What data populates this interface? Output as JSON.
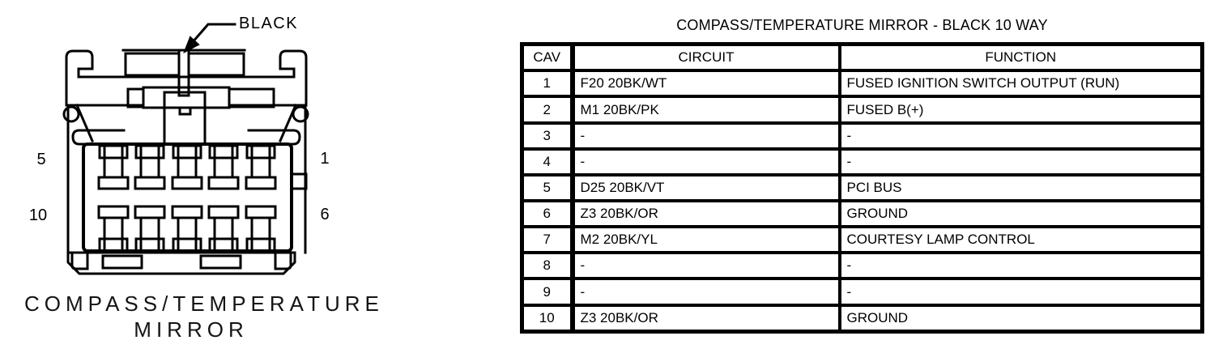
{
  "diagram": {
    "connector_color_label": "BLACK",
    "caption_line1": "COMPASS/TEMPERATURE",
    "caption_line2": "MIRROR",
    "pin_numbers": {
      "top_left": "5",
      "top_right": "1",
      "bottom_left": "10",
      "bottom_right": "6"
    }
  },
  "table": {
    "title": "COMPASS/TEMPERATURE MIRROR - BLACK 10 WAY",
    "headers": {
      "cav": "CAV",
      "circuit": "CIRCUIT",
      "function": "FUNCTION"
    },
    "rows": [
      {
        "cav": "1",
        "circuit": "F20 20BK/WT",
        "function": "FUSED IGNITION SWITCH OUTPUT (RUN)"
      },
      {
        "cav": "2",
        "circuit": "M1 20BK/PK",
        "function": "FUSED B(+)"
      },
      {
        "cav": "3",
        "circuit": "-",
        "function": "-"
      },
      {
        "cav": "4",
        "circuit": "-",
        "function": "-"
      },
      {
        "cav": "5",
        "circuit": "D25 20BK/VT",
        "function": "PCI BUS"
      },
      {
        "cav": "6",
        "circuit": "Z3 20BK/OR",
        "function": "GROUND"
      },
      {
        "cav": "7",
        "circuit": "M2 20BK/YL",
        "function": "COURTESY LAMP CONTROL"
      },
      {
        "cav": "8",
        "circuit": "-",
        "function": "-"
      },
      {
        "cav": "9",
        "circuit": "-",
        "function": "-"
      },
      {
        "cav": "10",
        "circuit": "Z3 20BK/OR",
        "function": "GROUND"
      }
    ]
  },
  "colors": {
    "ink": "#000000",
    "paper": "#ffffff"
  }
}
